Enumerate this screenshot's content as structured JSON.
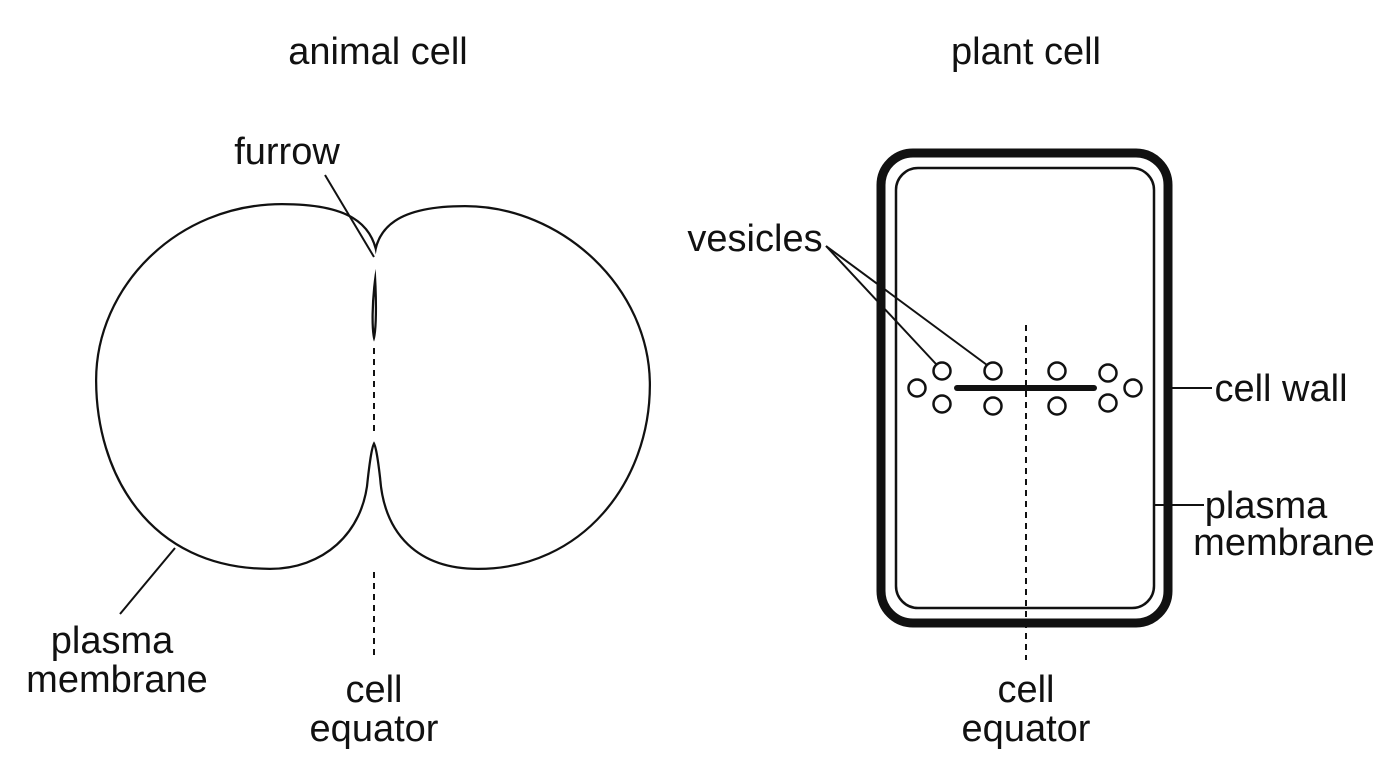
{
  "colors": {
    "stroke": "#111111",
    "background": "#ffffff"
  },
  "animal": {
    "title": "animal cell",
    "furrow": "furrow",
    "membrane_line1": "plasma",
    "membrane_line2": "membrane",
    "equator_line1": "cell",
    "equator_line2": "equator"
  },
  "plant": {
    "title": "plant cell",
    "vesicles": "vesicles",
    "cell_wall": "cell wall",
    "membrane_line1": "plasma",
    "membrane_line2": "membrane",
    "equator_line1": "cell",
    "equator_line2": "equator"
  }
}
